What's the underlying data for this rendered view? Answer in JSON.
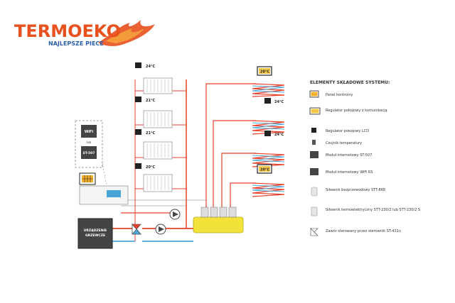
{
  "brand": {
    "name_part1": "TERMO",
    "name_part2": "EKO",
    "tagline": "NAJLEPSZE PIECE"
  },
  "colors": {
    "brand_orange": "#e8501e",
    "brand_blue": "#2c5fa8",
    "pipe_hot": "#e8402a",
    "pipe_cold": "#4aa6d8",
    "manifold": "#f2e23a"
  },
  "radiator_temps": [
    "24°C",
    "21°C",
    "21°C",
    "20°C"
  ],
  "floor_temps": [
    "20°C",
    "24°C",
    "24°C",
    "20°C"
  ],
  "left_devices": {
    "wifi_label": "WiFi",
    "st_label": "ST-507",
    "or_label": "lub"
  },
  "boiler": {
    "line1": "URZĄDZENIE",
    "line2": "GRZEWCZE"
  },
  "legend": {
    "title": "ELEMENTY SKŁADOWE SYSTEMU:",
    "items": [
      {
        "icon": "control-panel-icon",
        "text": "Panel kontrolny"
      },
      {
        "icon": "room-regulator-comm-icon",
        "text": "Regulator pokojowy z komunikacją"
      },
      {
        "icon": "room-regulator-lcd-icon",
        "text": "Regulator pokojowy LCD"
      },
      {
        "icon": "temperature-sensor-icon",
        "text": "Czujnik temperatury"
      },
      {
        "icon": "internet-module-st507-icon",
        "text": "Moduł internetowy ST-507"
      },
      {
        "icon": "internet-module-wifi-icon",
        "text": "Moduł internetowy WiFi RS"
      },
      {
        "icon": "wireless-actuator-icon",
        "text": "Siłownik bezprzewodowy STT-868"
      },
      {
        "icon": "thermoelectric-actuator-icon",
        "text": "Siłownik termoelektryczny STT-230/2 lub STT-230/2 S"
      },
      {
        "icon": "mixing-valve-icon",
        "text": "Zawór sterowany przez sterownik ST-431n"
      }
    ]
  }
}
